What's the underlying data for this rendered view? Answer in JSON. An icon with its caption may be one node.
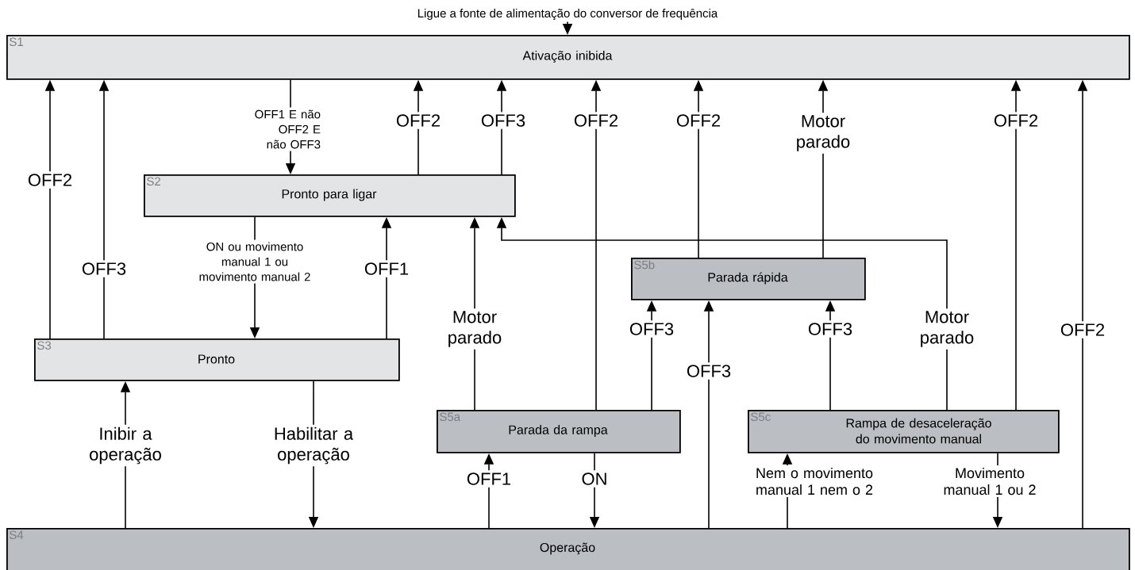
{
  "diagram": {
    "nodes": [
      {
        "text": [
          "Ligue a fonte de alimentação do conversor de frequência"
        ]
      },
      {
        "text": [
          "S1",
          "Ativação inibida"
        ]
      },
      {
        "text": [
          "S2",
          "Pronto para ligar"
        ]
      },
      {
        "text": [
          "S3",
          "Pronto"
        ]
      },
      {
        "text": [
          "S5a",
          "Parada da rampa"
        ]
      },
      {
        "text": [
          "S5b",
          "Parada rápida"
        ]
      },
      {
        "text": [
          "S5c",
          "Rampa de desaceleração do movimento manual"
        ]
      },
      {
        "text": [
          "S4",
          "Operação"
        ]
      }
    ],
    "edges": [
      {
        "from": 0,
        "to": 1,
        "arrow": "to"
      },
      {
        "from": 3,
        "to": 1,
        "arrow": "to",
        "label": "OFF2"
      },
      {
        "from": 3,
        "to": 1,
        "arrow": "to",
        "label": "OFF3"
      },
      {
        "from": 1,
        "to": 2,
        "arrow": "to",
        "label": "OFF1 E não OFF2 E não OFF3"
      },
      {
        "from": 2,
        "to": 1,
        "arrow": "to",
        "label": "OFF2"
      },
      {
        "from": 2,
        "to": 1,
        "arrow": "to",
        "label": "OFF3"
      },
      {
        "from": 4,
        "to": 1,
        "arrow": "to",
        "label": "OFF2"
      },
      {
        "from": 5,
        "to": 1,
        "arrow": "to",
        "label": "OFF2"
      },
      {
        "from": 5,
        "to": 1,
        "arrow": "to",
        "label": "Motor parado"
      },
      {
        "from": 6,
        "to": 1,
        "arrow": "to",
        "label": "OFF2"
      },
      {
        "from": 7,
        "to": 1,
        "arrow": "to",
        "label": "OFF2"
      },
      {
        "from": 2,
        "to": 3,
        "arrow": "to",
        "label": "ON ou movimento manual 1 ou movimento manual 2"
      },
      {
        "from": 3,
        "to": 2,
        "arrow": "to",
        "label": "OFF1"
      },
      {
        "from": 4,
        "to": 2,
        "arrow": "to",
        "label": "Motor parado"
      },
      {
        "from": 6,
        "to": 2,
        "arrow": "to",
        "label": "Motor parado"
      },
      {
        "from": 7,
        "to": 3,
        "arrow": "to",
        "label": "Inibir a operação"
      },
      {
        "from": 3,
        "to": 7,
        "arrow": "to",
        "label": "Habilitar a operação"
      },
      {
        "from": 7,
        "to": 4,
        "arrow": "to",
        "label": "OFF1"
      },
      {
        "from": 4,
        "to": 7,
        "arrow": "to",
        "label": "ON"
      },
      {
        "from": 4,
        "to": 5,
        "arrow": "to",
        "label": "OFF3"
      },
      {
        "from": 7,
        "to": 5,
        "arrow": "to",
        "label": "OFF3"
      },
      {
        "from": 6,
        "to": 5,
        "arrow": "to",
        "label": "OFF3"
      },
      {
        "from": 7,
        "to": 6,
        "arrow": "to",
        "label": "Nem o movimento manual 1 nem o 2"
      },
      {
        "from": 6,
        "to": 7,
        "arrow": "to",
        "label": "Movimento manual 1 ou 2"
      }
    ]
  }
}
